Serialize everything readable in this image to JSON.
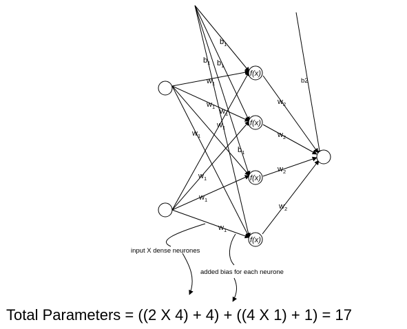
{
  "diagram": {
    "bias_labels": {
      "b1_base": "b",
      "b1_sub": "1",
      "b2": "b2"
    },
    "weight_labels": {
      "w1_base": "w",
      "w1_sub": "1",
      "w2_base": "w",
      "w2_sub": "2"
    },
    "activation_label": "f(x)",
    "annotations": {
      "input_note": "input X dense neurones",
      "bias_note": "added bias for each neurone"
    },
    "formula": "Total Parameters = ((2 X 4) + 4) + ((4 X 1) + 1) = 17"
  }
}
